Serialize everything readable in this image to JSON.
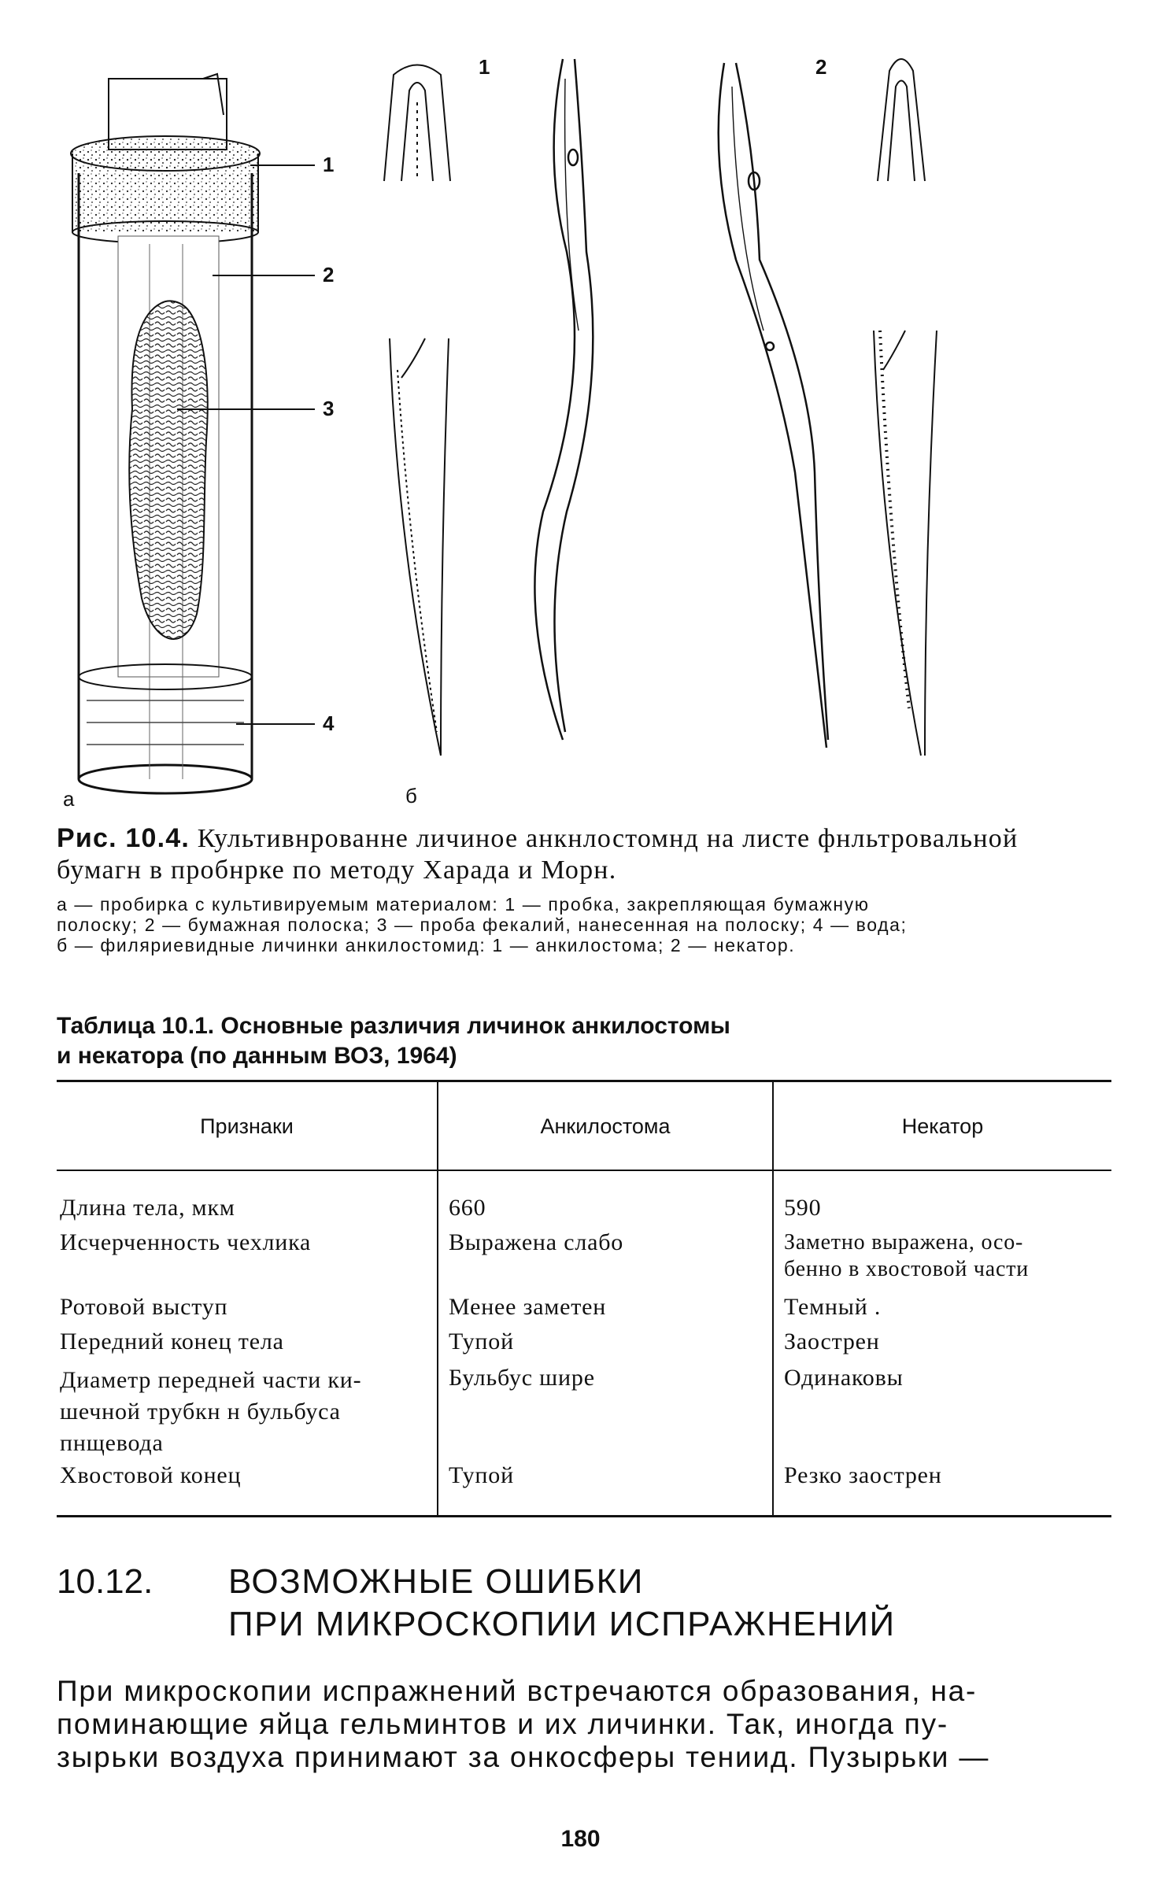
{
  "figure": {
    "panel_a_label": "а",
    "panel_b_label": "б",
    "tube_callouts": [
      "1",
      "2",
      "3",
      "4"
    ],
    "larva_labels": [
      "1",
      "2"
    ]
  },
  "caption": {
    "prefix": "Рис. 10.4.",
    "line1_rest": "Культивнрованне личиное анкнлостомнд на листе фнльтровальной",
    "line2": "бумагн в пробнрке по методу Харада и Морн.",
    "legend": [
      "а — пробирка с культивируемым материалом: 1 — пробка, закрепляющая бумажную",
      "полоску; 2 — бумажная полоска; 3 — проба фекалий, нанесенная на полоску; 4 — вода;",
      "б — филяриевидные личинки анкилостомид: 1 — анкилостома; 2 — некатор."
    ]
  },
  "table": {
    "title_line1": "Таблица 10.1. Основные различия личинок анкилостомы",
    "title_line2": "и некатора (по данным ВОЗ, 1964)",
    "headers": [
      "Признаки",
      "Анкилостома",
      "Некатор"
    ],
    "rows": [
      {
        "feature": [
          "Длина тела, мкм"
        ],
        "ancylostoma": [
          "660"
        ],
        "necator": [
          "590"
        ]
      },
      {
        "feature": [
          "Исчерченность чехлика"
        ],
        "ancylostoma": [
          "Выражена слабо"
        ],
        "necator": [
          "Заметно выражена, осо-",
          "бенно в хвостовой части"
        ]
      },
      {
        "feature": [
          "Ротовой выступ"
        ],
        "ancylostoma": [
          "Менее заметен"
        ],
        "necator": [
          "Темный ."
        ]
      },
      {
        "feature": [
          "Передний конец тела"
        ],
        "ancylostoma": [
          "Тупой"
        ],
        "necator": [
          "Заострен"
        ]
      },
      {
        "feature": [
          "Диаметр передней части ки-",
          "шечной трубкн н бульбуса",
          "пнщевода"
        ],
        "ancylostoma": [
          "Бульбус шире"
        ],
        "necator": [
          "Одинаковы"
        ]
      },
      {
        "feature": [
          "Хвостовой конец"
        ],
        "ancylostoma": [
          "Тупой"
        ],
        "necator": [
          "Резко заострен"
        ]
      }
    ]
  },
  "section": {
    "number": "10.12.",
    "title_line1": "ВОЗМОЖНЫЕ ОШИБКИ",
    "title_line2": "ПРИ МИКРОСКОПИИ ИСПРАЖНЕНИЙ"
  },
  "body": {
    "lines": [
      "При микроскопии испражнений встречаются образования, на-",
      "поминающие яйца гельминтов и их личинки. Так, иногда пу-",
      "зырьки воздуха принимают за онкосферы тениид. Пузырьки —"
    ]
  },
  "page_number": "180"
}
